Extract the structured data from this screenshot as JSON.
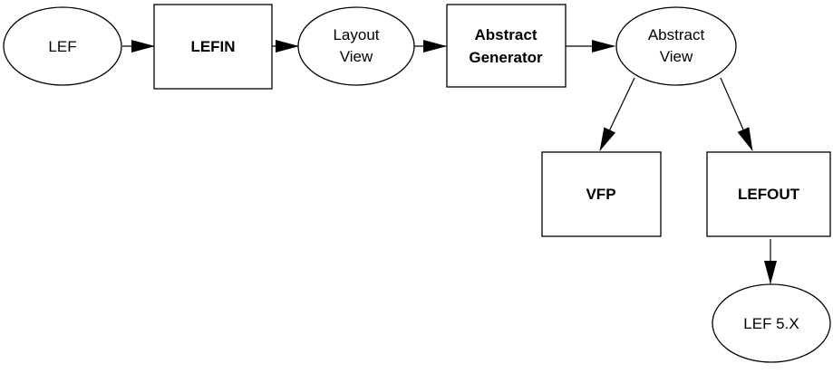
{
  "diagram": {
    "nodes": [
      {
        "id": "lef",
        "shape": "ellipse",
        "lines": [
          "LEF"
        ],
        "bold": false
      },
      {
        "id": "lefin",
        "shape": "box",
        "lines": [
          "LEFIN"
        ],
        "bold": true
      },
      {
        "id": "layout_view",
        "shape": "ellipse",
        "lines": [
          "Layout",
          "View"
        ],
        "bold": false
      },
      {
        "id": "abstract_generator",
        "shape": "box",
        "lines": [
          "Abstract",
          "Generator"
        ],
        "bold": true
      },
      {
        "id": "abstract_view",
        "shape": "ellipse",
        "lines": [
          "Abstract",
          "View"
        ],
        "bold": false
      },
      {
        "id": "vfp",
        "shape": "box",
        "lines": [
          "VFP"
        ],
        "bold": true
      },
      {
        "id": "lefout",
        "shape": "box",
        "lines": [
          "LEFOUT"
        ],
        "bold": true
      },
      {
        "id": "lef5x",
        "shape": "ellipse",
        "lines": [
          "LEF 5.X"
        ],
        "bold": false
      }
    ],
    "edges": [
      {
        "from": "lef",
        "to": "lefin"
      },
      {
        "from": "lefin",
        "to": "layout_view"
      },
      {
        "from": "layout_view",
        "to": "abstract_generator"
      },
      {
        "from": "abstract_generator",
        "to": "abstract_view"
      },
      {
        "from": "abstract_view",
        "to": "vfp"
      },
      {
        "from": "abstract_view",
        "to": "lefout"
      },
      {
        "from": "lefout",
        "to": "lef5x"
      }
    ]
  }
}
